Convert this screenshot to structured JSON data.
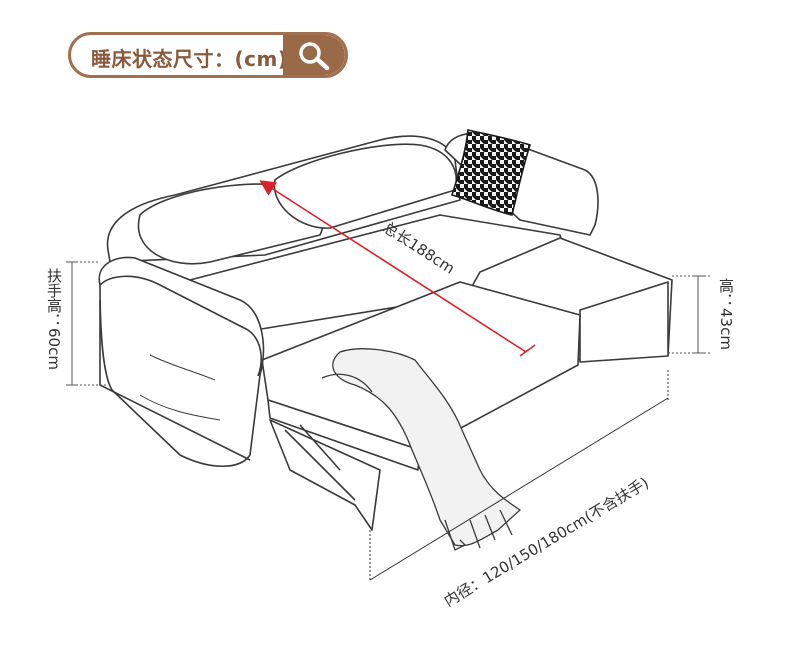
{
  "title": {
    "text": "睡床状态尺寸：(cm)",
    "icon": "search-icon",
    "border_color": "#a0704f",
    "icon_bg": "#9a6a48"
  },
  "dimensions": {
    "total_length": "总长188cm",
    "armrest_height": "扶手高：60cm",
    "seat_height": "高：43cm",
    "inner_width": "内径：120/150/180cm(不含扶手)"
  },
  "accent_color": "#d9232a"
}
